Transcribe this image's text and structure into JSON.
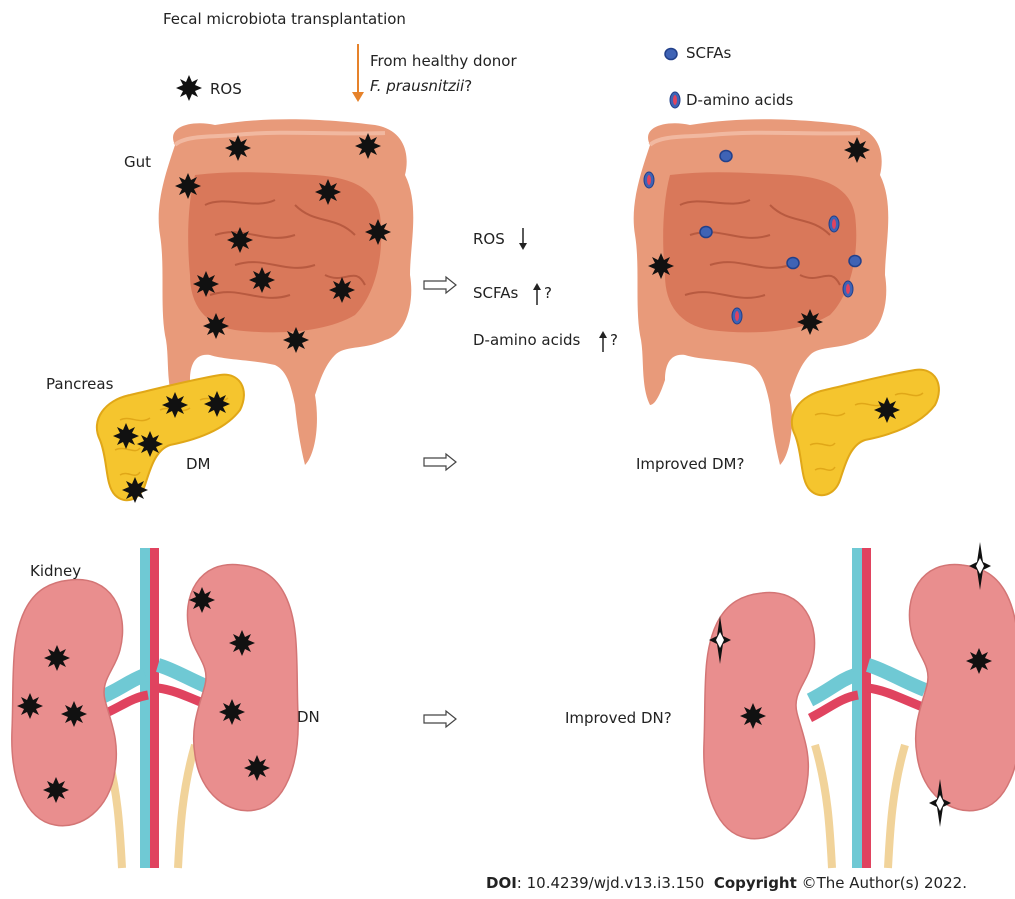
{
  "labels": {
    "title": "Fecal microbiota transplantation",
    "from_donor": "From healthy donor",
    "species": "F. prausnitzii",
    "species_q": "?",
    "ros": "ROS",
    "gut": "Gut",
    "pancreas": "Pancreas",
    "dm": "DM",
    "kidney": "Kidney",
    "dn": "DN",
    "improved_dm": "Improved DM?",
    "improved_dn": "Improved DN?"
  },
  "legend": {
    "scfas": "SCFAs",
    "d_amino": "D-amino acids"
  },
  "effects": {
    "ros": "ROS",
    "scfas": "SCFAs",
    "scfas_q": "?",
    "d_amino": "D-amino acids",
    "d_amino_q": "?"
  },
  "footer": {
    "doi_label": "DOI",
    "doi_value": ": 10.4239/wjd.v13.i3.150",
    "copyright_label": "Copyright",
    "copyright_value": " ©The Author(s) 2022."
  },
  "colors": {
    "gut": "#e89a7a",
    "gut_dark": "#d9785a",
    "pancreas": "#f5c52e",
    "kidney": "#e98e8e",
    "artery": "#e0435f",
    "vein": "#6fc9d4",
    "ureter": "#f1d39a",
    "scfa": "#3f63b5",
    "d_amino_ring": "#3f63b5",
    "d_amino_core": "#e0435f",
    "donor_arrow": "#e6822a"
  }
}
